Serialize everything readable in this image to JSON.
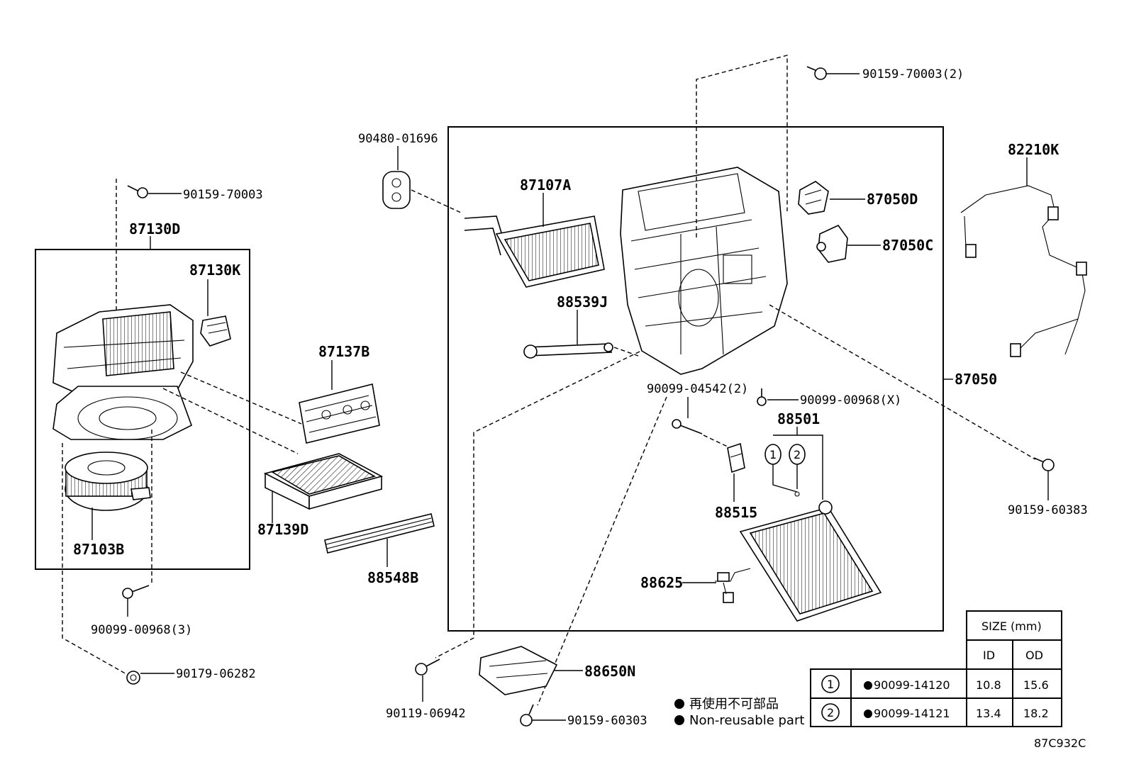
{
  "labels": {
    "p87130D": "87130D",
    "p87130K": "87130K",
    "p90159_70003": "90159-70003",
    "p87103B": "87103B",
    "p90099_00968_3": "90099-00968(3)",
    "p90179_06282": "90179-06282",
    "p87137B": "87137B",
    "p87139D": "87139D",
    "p88548B": "88548B",
    "p90480_01696": "90480-01696",
    "p87107A": "87107A",
    "p88539J": "88539J",
    "p90099_04542_2": "90099-04542(2)",
    "p90099_00968_X": "90099-00968(X)",
    "p88501": "88501",
    "p88515": "88515",
    "p88625": "88625",
    "p87050": "87050",
    "p87050D": "87050D",
    "p87050C": "87050C",
    "p90159_70003_2": "90159-70003(2)",
    "p82210K": "82210K",
    "p90159_60383": "90159-60383",
    "p88650N": "88650N",
    "p90119_06942": "90119-06942",
    "p90159_60303": "90159-60303",
    "callout1": "1",
    "callout2": "2"
  },
  "legend": {
    "jp": "再使用不可部品",
    "en": "Non-reusable part"
  },
  "size_table": {
    "header": "SIZE (mm)",
    "col_id": "ID",
    "col_od": "OD",
    "rows": [
      {
        "mark": "1",
        "part": "90099-14120",
        "id": "10.8",
        "od": "15.6"
      },
      {
        "mark": "2",
        "part": "90099-14121",
        "id": "13.4",
        "od": "18.2"
      }
    ]
  },
  "diagram_code": "87C932C"
}
